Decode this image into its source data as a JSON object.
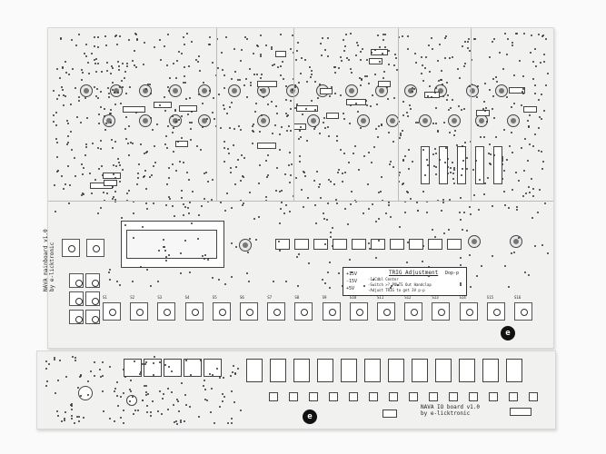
{
  "main_board": {
    "title_line1": "NAVA mainboard v1.0",
    "title_line2": "by e-licktronic",
    "trig_box": {
      "title": "TRIG Adjustment",
      "legend": [
        "+15V",
        "-15V",
        "+5V"
      ],
      "steps": [
        "-1/Cdbl Center",
        "-Switch >? POLTS Out Handclap",
        "-Adjust TRIG to get 3V p-p"
      ],
      "label": "Dop-p"
    },
    "step_labels": [
      "S1",
      "S2",
      "S3",
      "S4",
      "S5",
      "S6",
      "S7",
      "S8",
      "S9",
      "S10",
      "S11",
      "S12",
      "S13",
      "S14",
      "S15",
      "S16"
    ]
  },
  "io_board": {
    "title_line1": "NAVA IO board v1.0",
    "title_line2": "by e-licktronic"
  },
  "logo_text": "e"
}
